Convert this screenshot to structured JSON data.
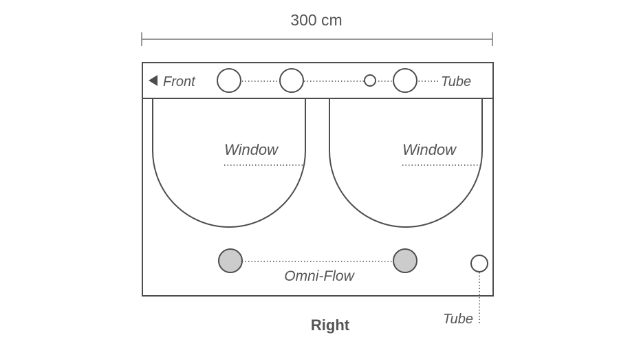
{
  "dimension": {
    "width_label": "300 cm"
  },
  "labels": {
    "front": "Front",
    "tube_top": "Tube",
    "window_left": "Window",
    "window_right": "Window",
    "omni_flow": "Omni-Flow",
    "tube_bottom": "Tube",
    "side": "Right"
  },
  "icons": {
    "front_arrow": "left-triangle-arrow-icon",
    "tube_port": "circle-port-icon",
    "omni_flow_port": "filled-circle-port-icon"
  },
  "colors": {
    "outline": "#4d4d4d",
    "text": "#555555",
    "omni_flow_fill": "#cccccc"
  }
}
